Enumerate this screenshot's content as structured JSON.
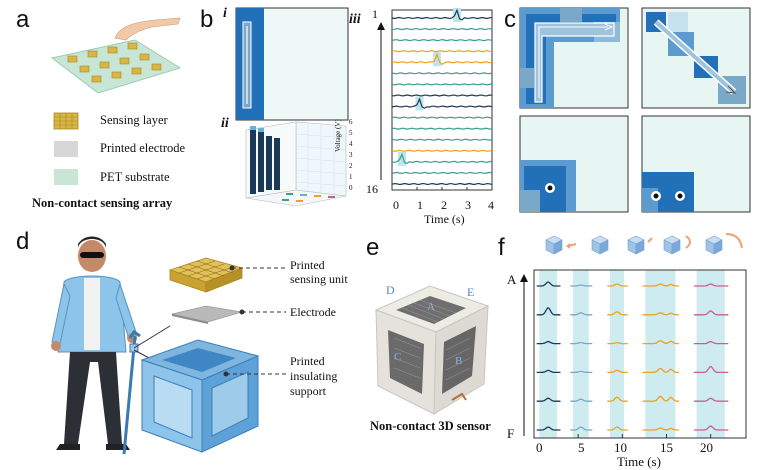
{
  "panels": {
    "a": {
      "label": "a",
      "legend": [
        {
          "name": "Sensing layer",
          "color": "#d9b545"
        },
        {
          "name": "Printed electrode",
          "color": "#d7d7d7"
        },
        {
          "name": "PET substrate",
          "color": "#c7e6d6"
        }
      ],
      "caption": "Non-contact sensing array"
    },
    "b": {
      "label": "b",
      "sub_i": "i",
      "sub_ii": "ii",
      "sub_iii": "iii",
      "z_axis_label": "Voltage (V)",
      "z_ticks": [
        "0",
        "1",
        "2",
        "3",
        "4",
        "5",
        "6"
      ],
      "iii_top": "1",
      "iii_bottom": "16",
      "iii_x_ticks": [
        "0",
        "1",
        "2",
        "3",
        "4"
      ],
      "iii_xlabel": "Time (s)"
    },
    "c": {
      "label": "c"
    },
    "d": {
      "label": "d",
      "callouts": [
        "Printed sensing unit",
        "Electrode",
        "Printed insulating support"
      ]
    },
    "e": {
      "label": "e",
      "faces": [
        "D",
        "E",
        "A",
        "B",
        "C"
      ],
      "caption": "Non-contact 3D sensor"
    },
    "f": {
      "label": "f",
      "top_label": "A",
      "bottom_label": "F",
      "x_ticks": [
        "0",
        "5",
        "10",
        "15",
        "20"
      ],
      "xlabel": "Time (s)"
    }
  },
  "colors": {
    "dark_blue": "#1b3a57",
    "teal": "#3c9e8c",
    "orange": "#f0a020",
    "pink": "#c8608e",
    "light_blue": "#7aa8c8",
    "highlight": "#bde6ea",
    "heat_dark": "#2170b8",
    "heat_mid": "#5b9bd0",
    "heat_light": "#e8f6f3"
  }
}
